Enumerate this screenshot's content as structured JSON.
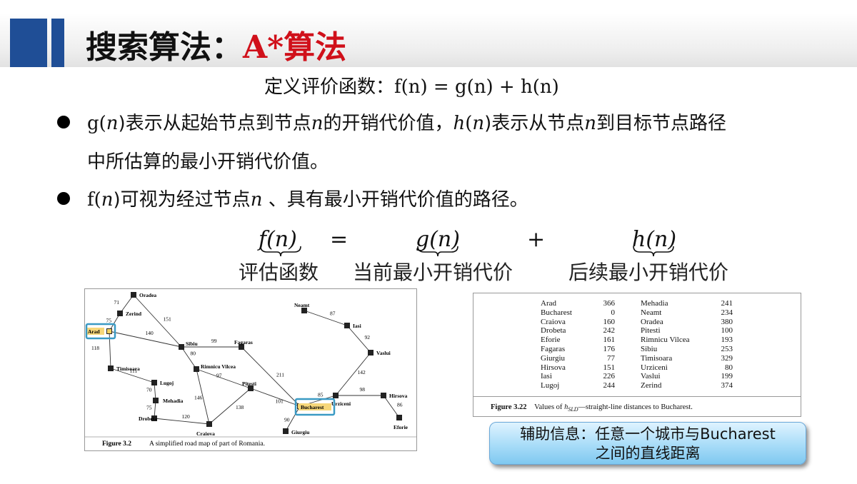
{
  "header": {
    "title_black": "搜索算法：",
    "title_red": "A*算法",
    "accent_color": "#1f4e96",
    "red_color": "#d0101a"
  },
  "definition": {
    "label": "定义评价函数：",
    "formula": "f(n) = g(n) + h(n)"
  },
  "bullets": [
    {
      "g": "g(",
      "n1": "n",
      "t1": ")表示从起始节点到节点",
      "n2": "n",
      "t2": "的开销代价值，",
      "h": "h",
      "t3": "(",
      "n3": "n",
      "t4": ")表示从节点",
      "n4": "n",
      "t5": "到目标节点路径",
      "line2": "中所估算的最小开销代价值。"
    },
    {
      "f": "f(",
      "n1": "n",
      "t1": ")可视为经过节点",
      "n2": "n",
      "t2": " 、具有最小开销代价值的路径。"
    }
  ],
  "equation": {
    "lhs": "f(n)",
    "equals": "=",
    "term1": "g(n)",
    "plus": "+",
    "term2": "h(n)",
    "label_lhs": "评估函数",
    "label_term1": "当前最小开销代价",
    "label_term2": "后续最小开销代价"
  },
  "map": {
    "caption_num": "Figure 3.2",
    "caption_text": "A simplified road map of part of Romania.",
    "highlight_color": "#3a9ac4",
    "cities": [
      {
        "name": "Oradea"
      },
      {
        "name": "Zerind"
      },
      {
        "name": "Arad"
      },
      {
        "name": "Timisoara"
      },
      {
        "name": "Lugoj"
      },
      {
        "name": "Mehadia"
      },
      {
        "name": "Drobeta"
      },
      {
        "name": "Craiova"
      },
      {
        "name": "Sibiu"
      },
      {
        "name": "Rimnicu Vilcea"
      },
      {
        "name": "Fagaras"
      },
      {
        "name": "Pitesti"
      },
      {
        "name": "Bucharest"
      },
      {
        "name": "Giurgiu"
      },
      {
        "name": "Urziceni"
      },
      {
        "name": "Hirsova"
      },
      {
        "name": "Eforie"
      },
      {
        "name": "Vaslui"
      },
      {
        "name": "Iasi"
      },
      {
        "name": "Neamt"
      }
    ],
    "roads": [
      {
        "a": "Oradea",
        "b": "Zerind",
        "d": "71"
      },
      {
        "a": "Zerind",
        "b": "Arad",
        "d": "75"
      },
      {
        "a": "Oradea",
        "b": "Sibiu",
        "d": "151"
      },
      {
        "a": "Arad",
        "b": "Sibiu",
        "d": "140"
      },
      {
        "a": "Arad",
        "b": "Timisoara",
        "d": "118"
      },
      {
        "a": "Timisoara",
        "b": "Lugoj",
        "d": "111"
      },
      {
        "a": "Lugoj",
        "b": "Mehadia",
        "d": "70"
      },
      {
        "a": "Mehadia",
        "b": "Drobeta",
        "d": "75"
      },
      {
        "a": "Drobeta",
        "b": "Craiova",
        "d": "120"
      },
      {
        "a": "Sibiu",
        "b": "Fagaras",
        "d": "99"
      },
      {
        "a": "Sibiu",
        "b": "Rimnicu Vilcea",
        "d": "80"
      },
      {
        "a": "Rimnicu Vilcea",
        "b": "Pitesti",
        "d": "97"
      },
      {
        "a": "Rimnicu Vilcea",
        "b": "Craiova",
        "d": "146"
      },
      {
        "a": "Craiova",
        "b": "Pitesti",
        "d": "138"
      },
      {
        "a": "Fagaras",
        "b": "Bucharest",
        "d": "211"
      },
      {
        "a": "Pitesti",
        "b": "Bucharest",
        "d": "101"
      },
      {
        "a": "Bucharest",
        "b": "Giurgiu",
        "d": "90"
      },
      {
        "a": "Bucharest",
        "b": "Urziceni",
        "d": "85"
      },
      {
        "a": "Urziceni",
        "b": "Hirsova",
        "d": "98"
      },
      {
        "a": "Hirsova",
        "b": "Eforie",
        "d": "86"
      },
      {
        "a": "Urziceni",
        "b": "Vaslui",
        "d": "142"
      },
      {
        "a": "Vaslui",
        "b": "Iasi",
        "d": "92"
      },
      {
        "a": "Iasi",
        "b": "Neamt",
        "d": "87"
      }
    ]
  },
  "sld_table": {
    "caption_num": "Figure 3.22",
    "caption_pre": "Values of ",
    "caption_h": "h",
    "caption_sub": "SLD",
    "caption_post": "—straight-line distances to Bucharest.",
    "left": [
      {
        "city": "Arad",
        "value": "366"
      },
      {
        "city": "Bucharest",
        "value": "0"
      },
      {
        "city": "Craiova",
        "value": "160"
      },
      {
        "city": "Drobeta",
        "value": "242"
      },
      {
        "city": "Eforie",
        "value": "161"
      },
      {
        "city": "Fagaras",
        "value": "176"
      },
      {
        "city": "Giurgiu",
        "value": "77"
      },
      {
        "city": "Hirsova",
        "value": "151"
      },
      {
        "city": "Iasi",
        "value": "226"
      },
      {
        "city": "Lugoj",
        "value": "244"
      }
    ],
    "right": [
      {
        "city": "Mehadia",
        "value": "241"
      },
      {
        "city": "Neamt",
        "value": "234"
      },
      {
        "city": "Oradea",
        "value": "380"
      },
      {
        "city": "Pitesti",
        "value": "100"
      },
      {
        "city": "Rimnicu Vilcea",
        "value": "193"
      },
      {
        "city": "Sibiu",
        "value": "253"
      },
      {
        "city": "Timisoara",
        "value": "329"
      },
      {
        "city": "Urziceni",
        "value": "80"
      },
      {
        "city": "Vaslui",
        "value": "199"
      },
      {
        "city": "Zerind",
        "value": "374"
      }
    ]
  },
  "hint": {
    "line1": "辅助信息：任意一个城市与Bucharest",
    "line2": "之间的直线距离"
  }
}
